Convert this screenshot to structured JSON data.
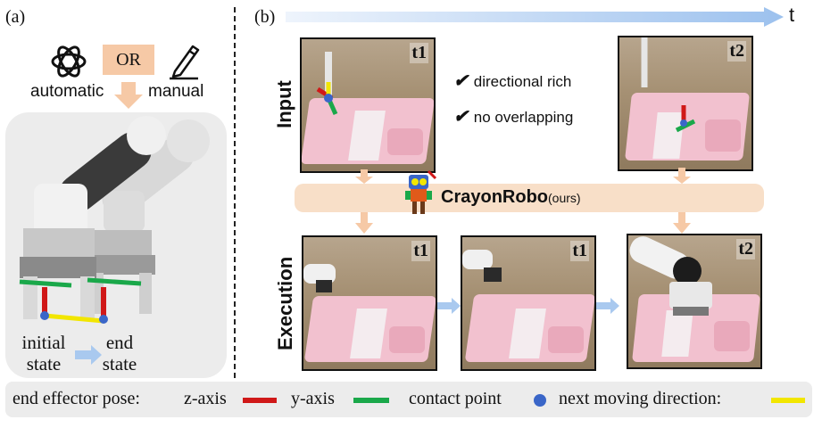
{
  "panel_a": {
    "label": "(a)",
    "or_label": "OR",
    "automatic_label": "automatic",
    "manual_label": "manual",
    "initial_state_line1": "initial",
    "initial_state_line2": "state",
    "end_state_line1": "end",
    "end_state_line2": "state"
  },
  "panel_b": {
    "label": "(b)",
    "time_label": "t",
    "input_label": "Input",
    "execution_label": "Execution",
    "checks": [
      "directional rich",
      "no overlapping"
    ],
    "check_mark": "✔",
    "method_name": "CrayonRobo",
    "method_suffix": "(ours)",
    "input_frames": [
      "t1",
      "t2"
    ],
    "execution_frames": [
      "t1",
      "t1",
      "t2"
    ]
  },
  "legend": {
    "prefix": "end effector pose:",
    "z_axis": "z-axis",
    "y_axis": "y-axis",
    "contact_point": "contact point",
    "moving_direction": "next moving direction:"
  },
  "colors": {
    "z_axis": "#d01818",
    "y_axis": "#1aa84a",
    "contact_point": "#3a66c8",
    "moving_direction": "#f2e600",
    "peach": "#f6c9a6",
    "bar": "#f8dfc8",
    "arrow_blue": "#a9c9ef"
  }
}
